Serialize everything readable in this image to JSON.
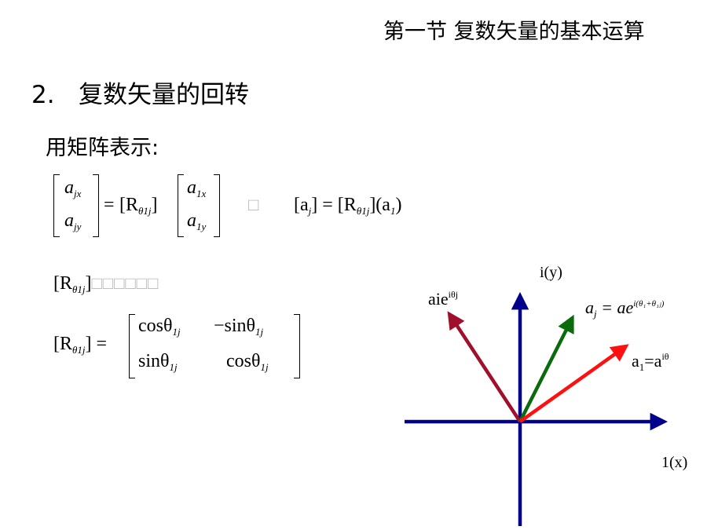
{
  "header": {
    "title": "第一节 复数矢量的基本运算"
  },
  "section": {
    "number": "2.",
    "title": "复数矢量的回转"
  },
  "subtitle": "用矩阵表示:",
  "equation1": {
    "vec_left": [
      "a",
      "jx",
      "a",
      "jy"
    ],
    "equals": "=",
    "rotation": "[R",
    "rotation_sub": "θ1j",
    "rotation_close": "]",
    "vec_right": [
      "a",
      "1x",
      "a",
      "1y"
    ],
    "box_glyph": "□",
    "short_lhs": "[a",
    "short_lhs_sub": "j",
    "short_lhs_close": "] = [R",
    "short_rhs_close": "](a",
    "short_rhs_sub": "1",
    "short_end": ")"
  },
  "equation2": {
    "lhs": "[R",
    "lhs_sub": "θ1j",
    "lhs_close": "]",
    "boxes": "□□□□□□"
  },
  "equation3": {
    "lhs": "[R",
    "lhs_sub": "θ1j",
    "lhs_close": "] =",
    "m11": "cosθ",
    "m11_sub": "1j",
    "m12": "−sinθ",
    "m12_sub": "1j",
    "m21": "sinθ",
    "m21_sub": "1j",
    "m22": "cosθ",
    "m22_sub": "1j"
  },
  "diagram": {
    "y_axis_label": "i(y)",
    "x_axis_label": "1(x)",
    "vec_aie_label": "aie",
    "vec_aie_sup": "iθj",
    "vec_aj_label": "a",
    "vec_aj_sub": "j",
    "vec_aj_eq": " = ae",
    "vec_aj_sup": "i(θ₁+θ₁ⱼ)",
    "vec_a1_label": "a",
    "vec_a1_sub": "1",
    "vec_a1_eq": "=a",
    "vec_a1_sup": "iθ",
    "colors": {
      "axes": "#00008b",
      "vec_aie": "#a0102a",
      "vec_aj": "#0a6b0a",
      "vec_a1": "#ff1010"
    }
  }
}
